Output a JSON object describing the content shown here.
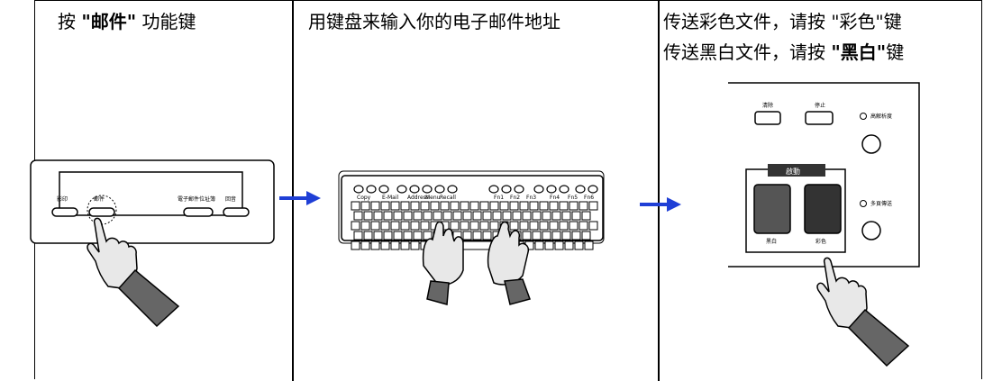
{
  "panel1": {
    "caption_prefix": "按 ",
    "caption_bold": "\"邮件\"",
    "caption_suffix": " 功能键",
    "panel_labels": {
      "print": "影印",
      "mail": "郵件",
      "email_addr": "電子郵件位址簿",
      "back": "回音"
    }
  },
  "panel2": {
    "caption": "用键盘来输入你的电子邮件地址",
    "key_labels": [
      "Copy",
      "E-Mail",
      "Address",
      "Menu",
      "Recall",
      "Fn1",
      "Fn2",
      "Fn3",
      "Fn4",
      "Fn5",
      "Fn6"
    ]
  },
  "panel3": {
    "line1": "传送彩色文件，请按 \"彩色\"键",
    "line2_prefix": "传送黑白文件，请按 ",
    "line2_bold": "\"黑白\"",
    "line2_suffix": "键",
    "buttons": {
      "clear": "清除",
      "stop": "停止",
      "start_box": "啟動",
      "bw": "黑白",
      "color": "彩色",
      "high_res": "高解析度",
      "multi_page": "多頁傳送"
    }
  },
  "colors": {
    "arrow": "#1f3fd6",
    "dark_button": "#333333",
    "sleeve": "#666666"
  }
}
